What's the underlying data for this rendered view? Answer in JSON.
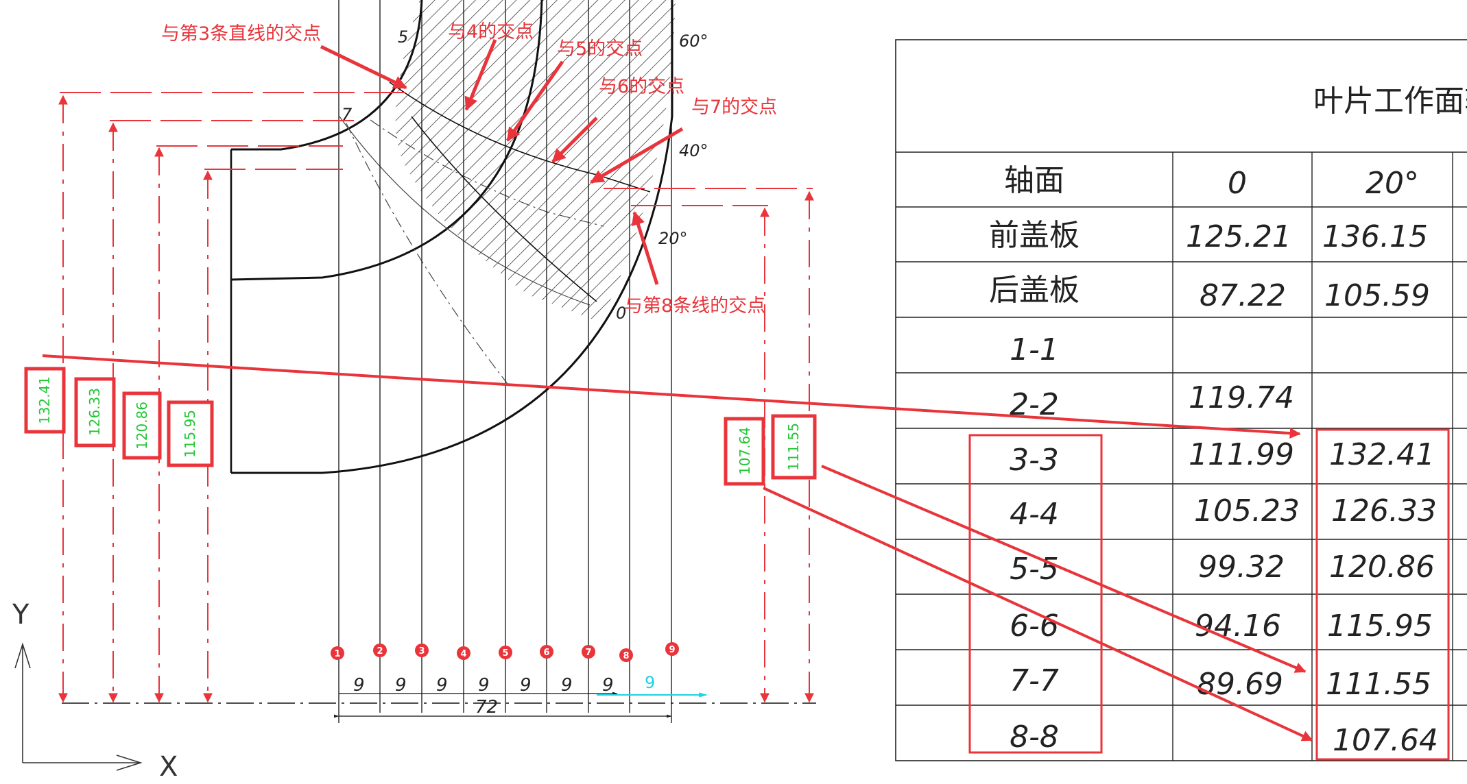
{
  "annotations": {
    "line3": "与第3条直线的交点",
    "line4": "与4的交点",
    "line5": "与5的交点",
    "line6": "与6的交点",
    "line7": "与7的交点",
    "line8": "与第8条线的交点"
  },
  "angles": {
    "a60": "60°",
    "a40": "40°",
    "a20": "20°",
    "a0": "0"
  },
  "section_labels": {
    "s5": "5",
    "s7": "7"
  },
  "axis": {
    "x": "X",
    "y": "Y"
  },
  "markers": [
    "1",
    "2",
    "3",
    "4",
    "5",
    "6",
    "7",
    "8",
    "9"
  ],
  "spacing": {
    "values": [
      "9",
      "9",
      "9",
      "9",
      "9",
      "9",
      "9",
      "9"
    ],
    "total": "72"
  },
  "dims": {
    "d13241": "132.41",
    "d12633": "126.33",
    "d12086": "120.86",
    "d11595": "115.95",
    "d10764": "107.64",
    "d11155": "111.55"
  },
  "table": {
    "title": "叶片工作面轴",
    "headers": [
      "轴面",
      "0",
      "20°"
    ],
    "rows": [
      [
        "前盖板",
        "125.21",
        "136.15"
      ],
      [
        "后盖板",
        "87.22",
        "105.59"
      ],
      [
        "1-1",
        "",
        ""
      ],
      [
        "2-2",
        "119.74",
        ""
      ],
      [
        "3-3",
        "111.99",
        "132.41"
      ],
      [
        "4-4",
        "105.23",
        "126.33"
      ],
      [
        "5-5",
        "99.32",
        "120.86"
      ],
      [
        "6-6",
        "94.16",
        "115.95"
      ],
      [
        "7-7",
        "89.69",
        "111.55"
      ],
      [
        "8-8",
        "",
        "107.64"
      ]
    ]
  }
}
